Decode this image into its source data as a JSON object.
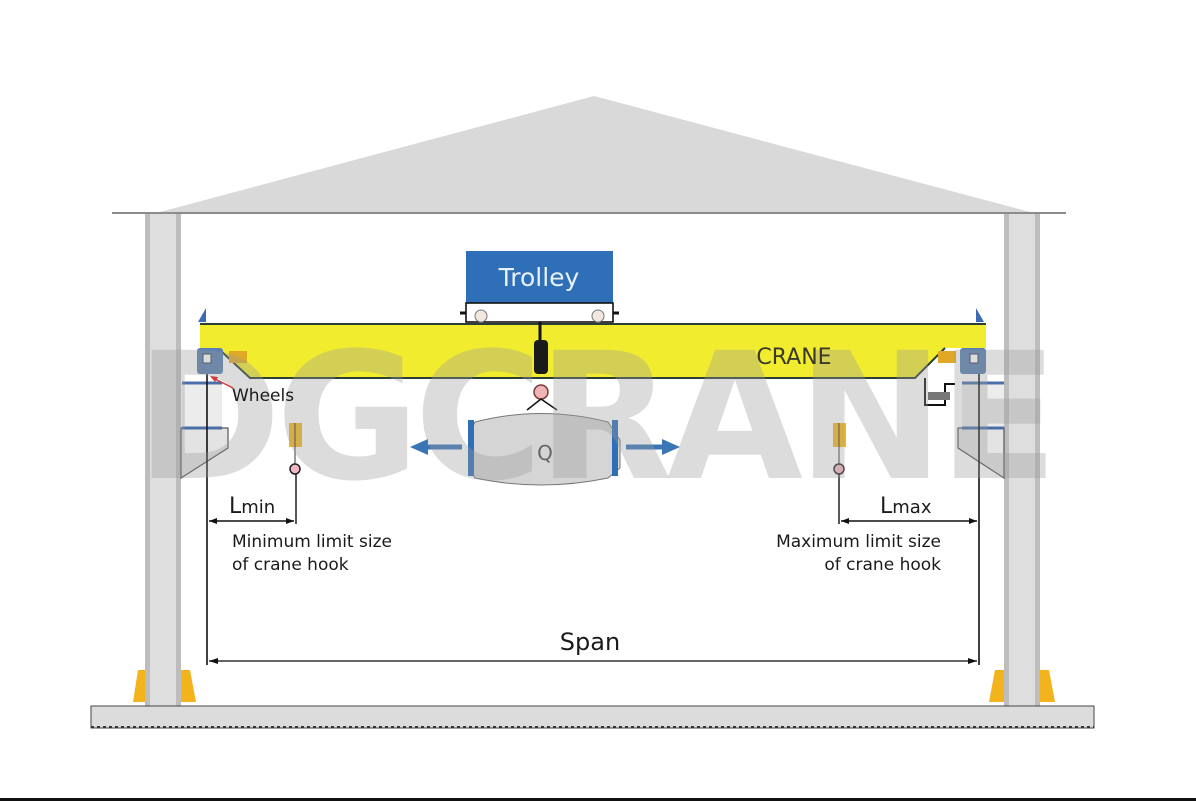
{
  "diagram": {
    "title": "Overhead crane span and hook limit dimensions",
    "watermark": "DGCRANE",
    "labels": {
      "trolley": "Trolley",
      "crane": "CRANE",
      "wheels": "Wheels",
      "load": "Q",
      "lmin_main": "L",
      "lmin_sub": "min",
      "lmax_main": "L",
      "lmax_sub": "max",
      "min_desc_line1": "Minimum limit size",
      "min_desc_line2": "of crane hook",
      "max_desc_line1": "Maximum limit size",
      "max_desc_line2": "of crane hook",
      "span": "Span"
    },
    "colors": {
      "trolley_blue": "#2f6fb7",
      "girder_yellow": "#f2ec2e",
      "structure_grey": "#d8d8d8",
      "base_yellow": "#f2b31c",
      "arrow_blue": "#3a75b5",
      "hook_yellow": "#f4b81f",
      "wheel_blue": "#5a7fb0"
    }
  }
}
